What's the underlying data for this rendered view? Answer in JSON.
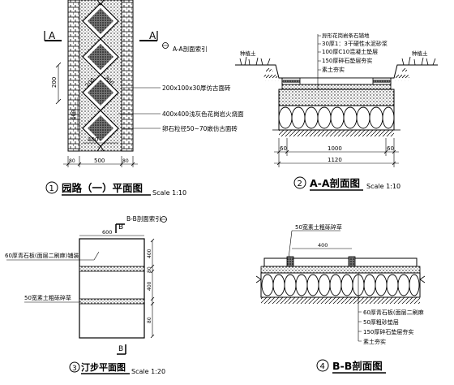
{
  "panel1": {
    "section_mark_left": "A",
    "section_mark_right": "A",
    "section_ref": "A-A剖面索引",
    "dims": {
      "d200": "200",
      "d400": "400",
      "d400b": "400",
      "d200b": "200",
      "d200c": "200",
      "d500": "500",
      "d80a": "80",
      "d80b": "80"
    },
    "notes": [
      "200x100x30厚仿古面砖",
      "400x400浅灰色花岗岩火烧面",
      "卵石粒径50~70嵌仿古面砖"
    ],
    "number": "1",
    "title": "园路（一）平面图",
    "scale": "Scale 1:10"
  },
  "panel2": {
    "left_label": "种植土",
    "right_label": "种植土",
    "layers": [
      "异形花岗岩条石铺地",
      "30厚1：3干硬性水泥砂浆",
      "100厚C10混凝土垫层",
      "150厚碎石垫层夯实",
      "素土夯实"
    ],
    "dims": {
      "d60a": "60",
      "d1000": "1000",
      "d60b": "60",
      "d1120": "1120"
    },
    "number": "2",
    "title": "A-A剖面图",
    "scale": "Scale 1:10"
  },
  "panel3": {
    "section_mark_top": "B",
    "section_ref": "B-B剖面索引",
    "dims": {
      "d600": "600",
      "d400a": "400",
      "d80a": "80",
      "d400b": "400",
      "d80b": "80"
    },
    "notes": [
      "60厚青石板(面层二刷麻)铺装",
      "50宽素土粗砾碎草"
    ],
    "section_mark_bottom": "B",
    "number": "3",
    "title": "汀步平面图",
    "scale": "Scale 1:20"
  },
  "panel4": {
    "top_note": "50宽素土粗砾碎草",
    "dims": {
      "d400": "400"
    },
    "layers": [
      "60厚青石板(面层二刷麻",
      "50厚粗砂垫层",
      "150厚碎石垫层夯实",
      "素土夯实"
    ],
    "number": "4",
    "title": "B-B剖面图"
  }
}
